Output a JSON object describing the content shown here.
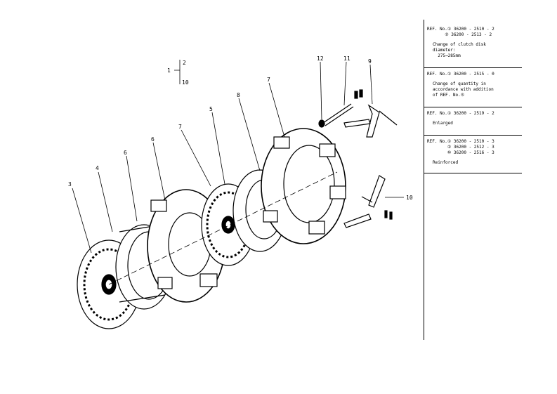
{
  "callouts": [
    "3",
    "4",
    "6",
    "6",
    "7",
    "5",
    "8",
    "7",
    "12",
    "11",
    "9",
    "10"
  ],
  "ref_legend": [
    "1",
    "2",
    "10"
  ],
  "sections": [
    {
      "lines": [
        "REF. No.① 36200 - 2510 - 2",
        "       ② 36200 - 2513 - 2"
      ],
      "note": "Change of clutch disk\ndiameter:\n  275→285mm"
    },
    {
      "lines": [
        "REF. No.① 36200 - 2515 - 0"
      ],
      "note": "Change of quantity in\naccordance with addition\nof REF. No.⑤"
    },
    {
      "lines": [
        "REF. No.① 36200 - 2519 - 2"
      ],
      "note": "Enlarged"
    },
    {
      "lines": [
        "REF. No.① 36200 - 2510 - 3",
        "        ② 36200 - 2512 - 3",
        "        ⑩ 36200 - 2516 - 3"
      ],
      "note": "Reinforced"
    }
  ]
}
